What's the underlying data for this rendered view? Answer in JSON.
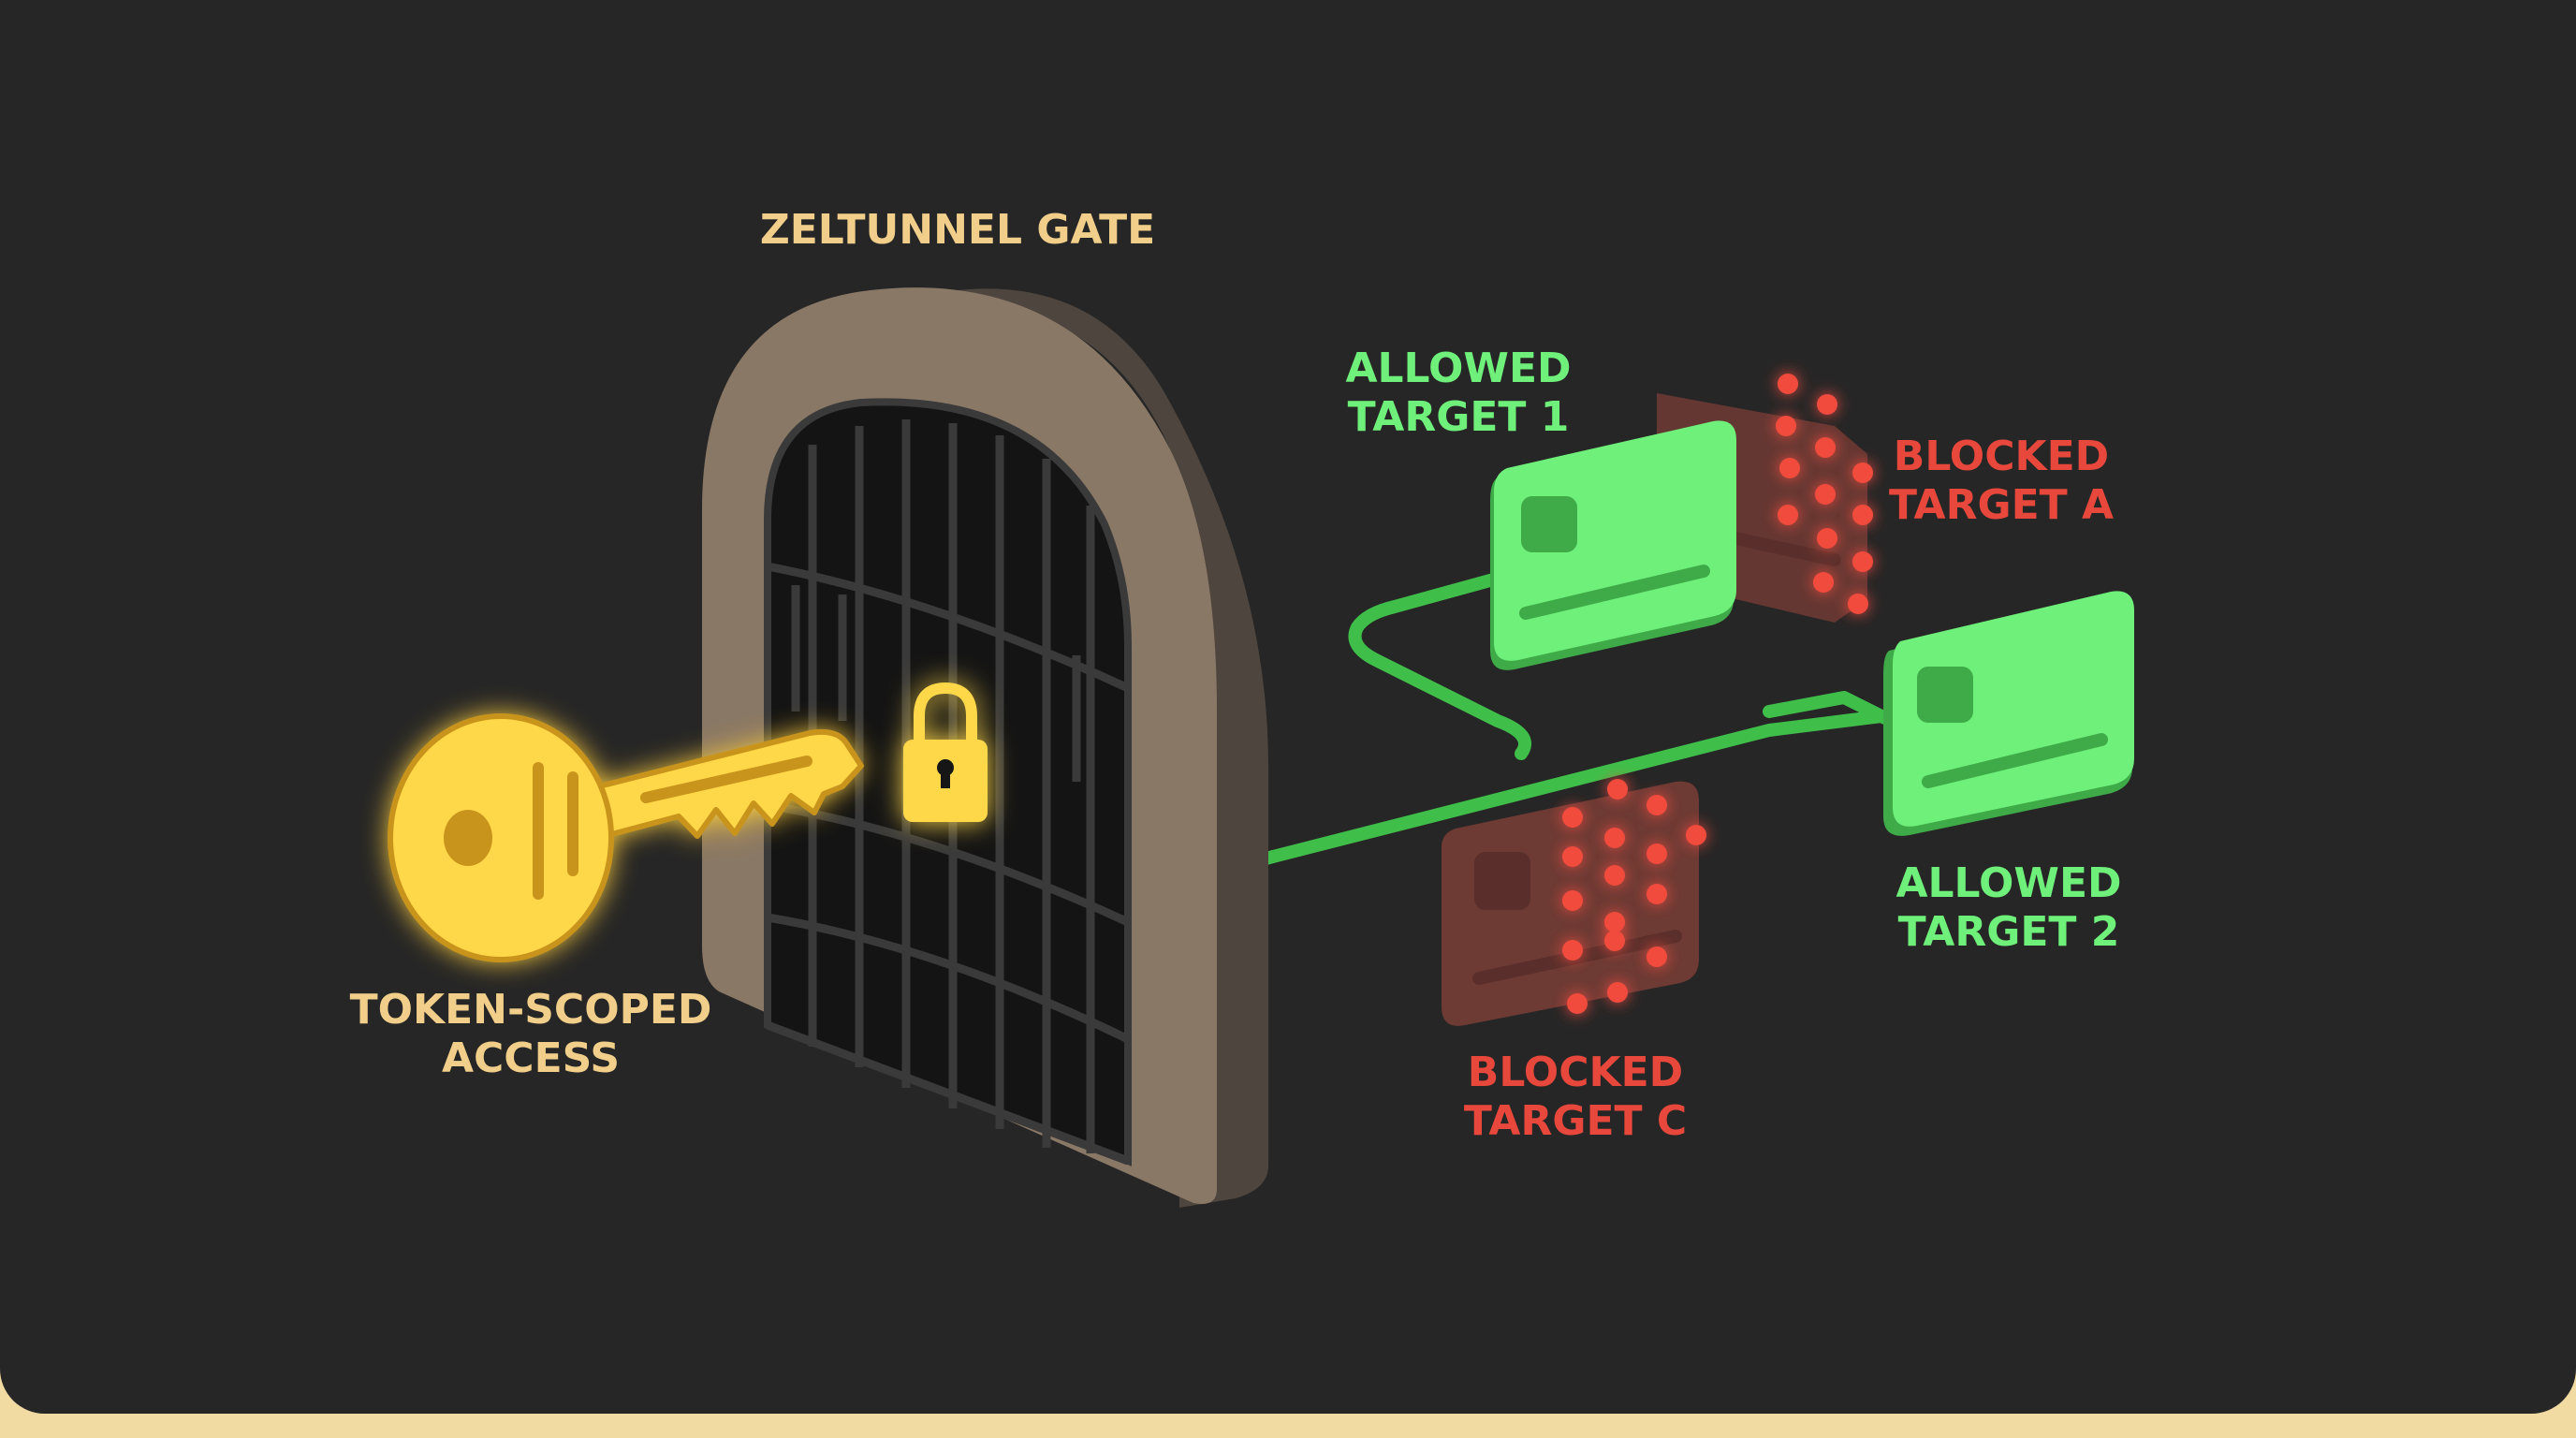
{
  "title": "ZELTUNNEL GATE",
  "key_label": [
    "TOKEN-SCOPED",
    "ACCESS"
  ],
  "targets": {
    "allowed_1": [
      "ALLOWED",
      "TARGET 1"
    ],
    "allowed_2": [
      "ALLOWED",
      "TARGET 2"
    ],
    "blocked_a": [
      "BLOCKED",
      "TARGET A"
    ],
    "blocked_c": [
      "BLOCKED",
      "TARGET C"
    ]
  },
  "colors": {
    "background": "#262626",
    "title": "#f1cf8a",
    "key": "#ffd84a",
    "allowed": "#6ff07a",
    "blocked": "#e8483c",
    "gate_stone": "#8a7866",
    "bottom_band": "#f1dba2"
  },
  "icons": {
    "key": "key-icon",
    "lock": "padlock-icon",
    "gate": "arched-gate-icon"
  }
}
